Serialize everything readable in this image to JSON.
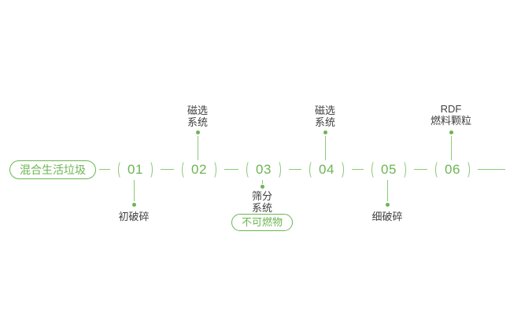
{
  "diagram": {
    "start_pill": "混合生活垃圾",
    "nodes": [
      {
        "number": "01",
        "below_label": "初破碎"
      },
      {
        "number": "02",
        "above_label": "磁选\n系统"
      },
      {
        "number": "03",
        "below_label": "筛分\n系统",
        "below_pill": "不可燃物"
      },
      {
        "number": "04",
        "above_label": "磁选\n系统"
      },
      {
        "number": "05",
        "below_label": "细破碎"
      },
      {
        "number": "06",
        "above_label": "RDF\n燃料颗粒"
      }
    ],
    "colors": {
      "green": "#6cb552",
      "line": "#8cc87a",
      "text": "#404040"
    }
  }
}
